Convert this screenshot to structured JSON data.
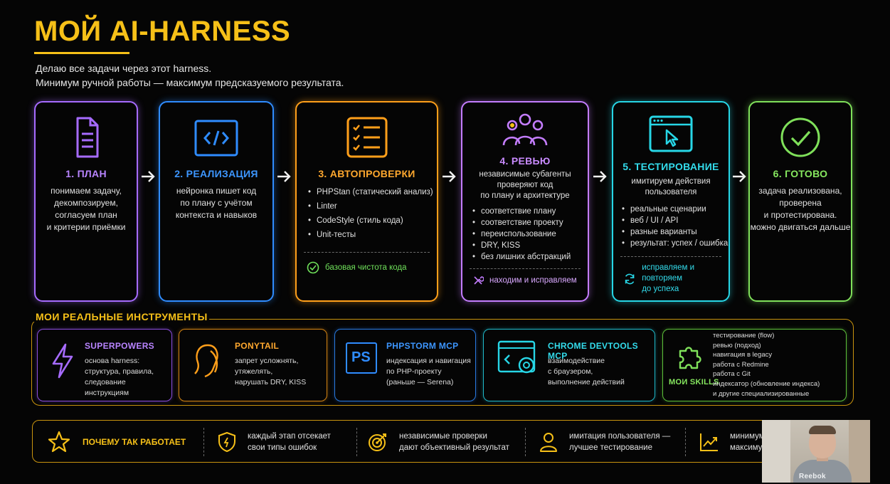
{
  "header": {
    "title": "МОЙ AI-HARNESS",
    "subtitle_line1": "Делаю все задачи через этот harness.",
    "subtitle_line2": "Минимум ручной работы — максимум предсказуемого результата."
  },
  "colors": {
    "accent": "#f6c018",
    "step1": "#a66bff",
    "step2": "#2f8cff",
    "step3": "#ff9f1a",
    "step4": "#c47dff",
    "step5": "#27d6e6",
    "step6": "#7fe05a"
  },
  "steps": [
    {
      "icon": "document-icon",
      "title": "1. ПЛАН",
      "desc": "понимаем задачу,\nдекомпозируем,\nсогласуем план\nи критерии приёмки"
    },
    {
      "icon": "code-icon",
      "title": "2. РЕАЛИЗАЦИЯ",
      "desc": "нейронка пишет код\nпо плану с учётом\nконтекста и навыков"
    },
    {
      "icon": "checklist-icon",
      "title": "3. АВТОПРОВЕРКИ",
      "items": [
        "PHPStan (статический анализ)",
        "Linter",
        "CodeStyle (стиль кода)",
        "Unit-тесты"
      ],
      "footer": "базовая чистота кода",
      "footer_icon": "check-circle-icon"
    },
    {
      "icon": "team-icon",
      "title": "4. РЕВЬЮ",
      "desc": "независимые субагенты\nпроверяют код\nпо плану и архитектуре",
      "items": [
        "соответствие плану",
        "соответствие проекту",
        "переиспользование",
        "DRY, KISS",
        "без лишних абстракций"
      ],
      "footer": "находим и исправляем",
      "footer_icon": "wrench-icon"
    },
    {
      "icon": "browser-cursor-icon",
      "title": "5. ТЕСТИРОВАНИЕ",
      "desc": "имитируем действия\nпользователя",
      "items": [
        "реальные сценарии",
        "веб / UI / API",
        "разные варианты",
        "результат: успех / ошибка"
      ],
      "footer": "исправляем и повторяем\nдо успеха",
      "footer_icon": "refresh-icon"
    },
    {
      "icon": "check-circle-icon",
      "title": "6. ГОТОВО",
      "desc": "задача реализована,\nпроверена\nи протестирована.\nможно двигаться дальше"
    }
  ],
  "tools": {
    "title": "МОИ РЕАЛЬНЫЕ ИНСТРУМЕНТЫ",
    "items": [
      {
        "icon": "lightning-icon",
        "name": "SUPERPOWERS",
        "desc": "основа harness:\nструктура, правила,\nследование инструкциям"
      },
      {
        "icon": "ponytail-icon",
        "name": "PONYTAIL",
        "desc": "запрет усложнять,\nутяжелять,\nнарушать DRY, KISS"
      },
      {
        "icon": "phpstorm-icon",
        "icon_text": "PS",
        "name": "PHPSTORM MCP",
        "desc": "индексация и навигация\nпо PHP-проекту\n(раньше — Serena)"
      },
      {
        "icon": "devtools-icon",
        "name": "CHROME DEVTOOLS MCP",
        "desc": "взаимодействие\nс браузером,\nвыполнение действий"
      },
      {
        "icon": "puzzle-icon",
        "name": "МОИ SKILLS",
        "items": [
          "тестирование (flow)",
          "ревью (подход)",
          "навигация в legacy",
          "работа с Redmine",
          "работа с Git",
          "индексатор (обновление индекса)",
          "и другие специализированные"
        ]
      }
    ]
  },
  "why": {
    "label": "ПОЧЕМУ ТАК РАБОТАЕТ",
    "items": [
      {
        "icon": "shield-icon",
        "text": "каждый этап отсекает\nсвои типы ошибок"
      },
      {
        "icon": "target-icon",
        "text": "независимые проверки\nдают объективный результат"
      },
      {
        "icon": "user-icon",
        "text": "имитация пользователя —\nлучшее тестирование"
      },
      {
        "icon": "chart-up-icon",
        "text": "минимум\nмаксиму"
      }
    ]
  },
  "webcam": {
    "shirt_text": "Reebok"
  }
}
